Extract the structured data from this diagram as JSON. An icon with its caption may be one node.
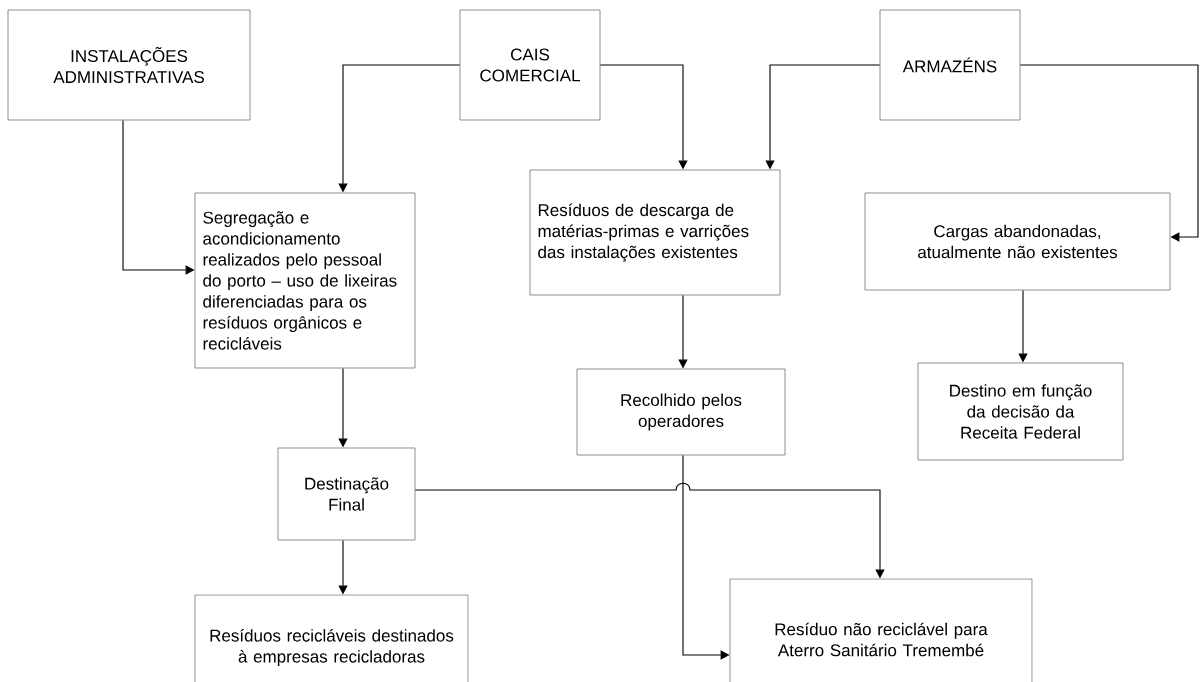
{
  "diagram": {
    "nodes": [
      {
        "text": [
          "INSTALAÇÕES ADMINISTRATIVAS"
        ]
      },
      {
        "text": [
          "CAIS COMERCIAL"
        ]
      },
      {
        "text": [
          "ARMAZÉNS"
        ]
      },
      {
        "text": [
          "Segregação e acondicionamento realizados pelo pessoal do porto – uso de lixeiras diferenciadas para os resíduos orgânicos e recicláveis"
        ]
      },
      {
        "text": [
          "Resíduos de descarga de matérias-primas e varrições das instalações existentes"
        ]
      },
      {
        "text": [
          "Cargas abandonadas, atualmente não existentes"
        ]
      },
      {
        "text": [
          "Recolhido pelos operadores"
        ]
      },
      {
        "text": [
          "Destino em função da decisão da Receita Federal"
        ]
      },
      {
        "text": [
          "Destinação Final"
        ]
      },
      {
        "text": [
          "Resíduos recicláveis destinados à empresas recicladoras"
        ]
      },
      {
        "text": [
          "Resíduo não reciclável para Aterro Sanitário Tremembé"
        ]
      }
    ],
    "edges": [
      {
        "from": 0,
        "to": 3,
        "arrow": "to"
      },
      {
        "from": 1,
        "to": 3,
        "arrow": "to"
      },
      {
        "from": 1,
        "to": 4,
        "arrow": "to"
      },
      {
        "from": 2,
        "to": 4,
        "arrow": "to"
      },
      {
        "from": 2,
        "to": 5,
        "arrow": "to"
      },
      {
        "from": 4,
        "to": 6,
        "arrow": "to"
      },
      {
        "from": 5,
        "to": 7,
        "arrow": "to"
      },
      {
        "from": 3,
        "to": 8,
        "arrow": "to"
      },
      {
        "from": 8,
        "to": 9,
        "arrow": "to"
      },
      {
        "from": 8,
        "to": 10,
        "arrow": "to"
      },
      {
        "from": 6,
        "to": 10,
        "arrow": "to"
      }
    ]
  }
}
